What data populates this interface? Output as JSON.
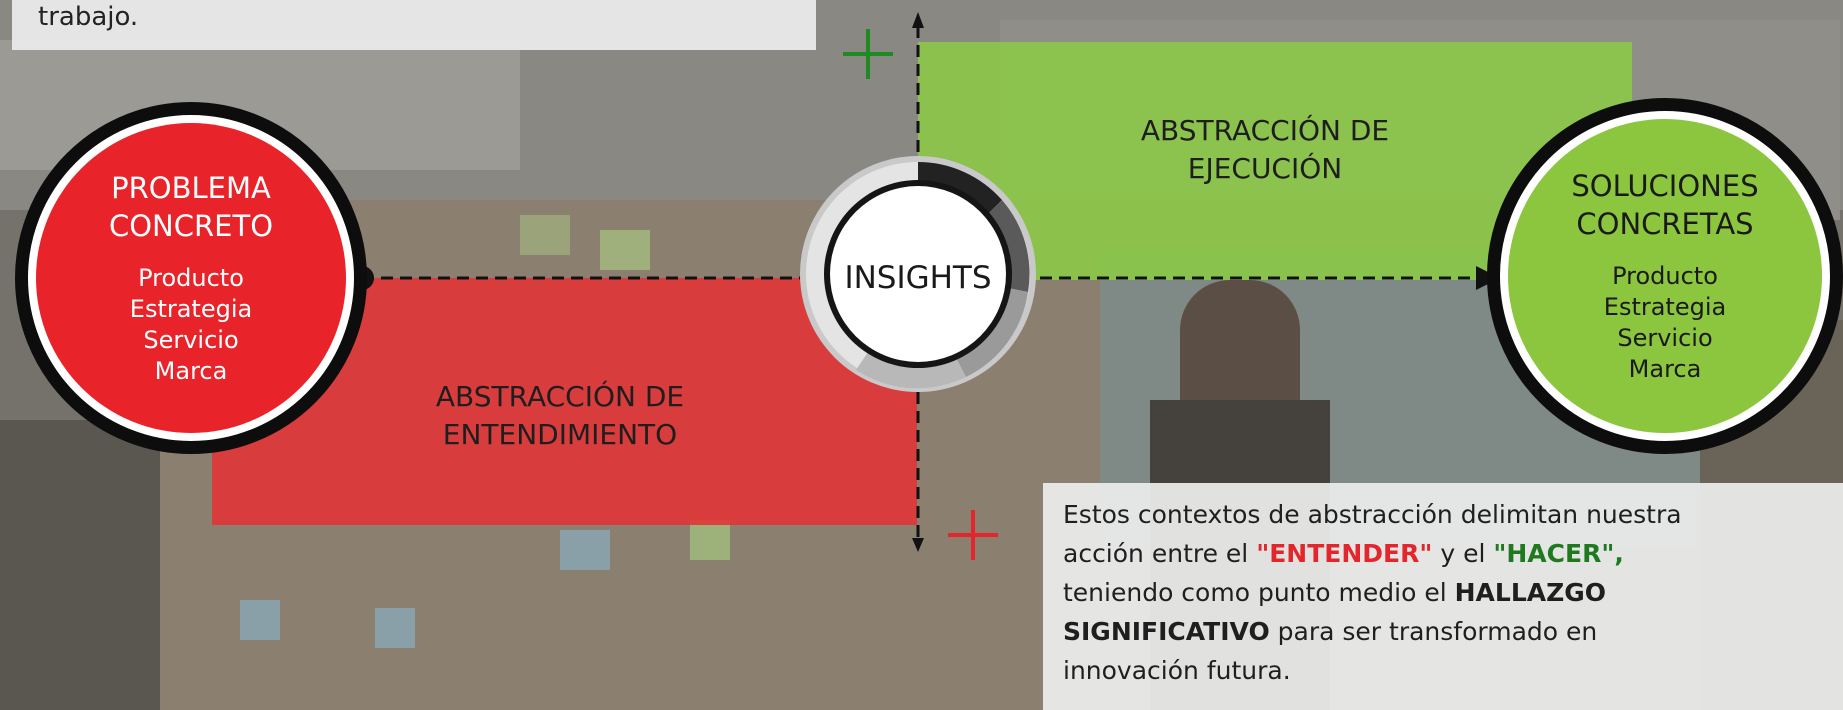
{
  "top_note": {
    "text": "trabajo."
  },
  "left_circle": {
    "title_lines": [
      "PROBLEMA",
      "CONCRETO"
    ],
    "items": [
      "Producto",
      "Estrategia",
      "Servicio",
      "Marca"
    ],
    "color": "#e8232a"
  },
  "right_circle": {
    "title_lines": [
      "SOLUCIONES",
      "CONCRETAS"
    ],
    "items": [
      "Producto",
      "Estrategia",
      "Servicio",
      "Marca"
    ],
    "color": "#8cc63f"
  },
  "center": {
    "label": "INSIGHTS"
  },
  "green_block": {
    "label_lines": [
      "ABSTRACCIÓN DE",
      "EJECUCIÓN"
    ],
    "color": "#8cc848"
  },
  "red_block": {
    "label_lines": [
      "ABSTRACCIÓN DE",
      "ENTENDIMIENTO"
    ],
    "color": "#e43234"
  },
  "plus_signs": {
    "top_color": "#1f8a1f",
    "bottom_color": "#e3262b"
  },
  "bottom_note": {
    "line1": "Estos contextos de abstracción delimitan nuestra",
    "line2_a": "acción entre el ",
    "line2_b": "\"ENTENDER\"",
    "line2_c": " y el ",
    "line2_d": "\"HACER\",",
    "line3_a": "teniendo como punto medio el ",
    "line3_b": "HALLAZGO",
    "line4_a": "SIGNIFICATIVO",
    "line4_b": " para ser transformado en",
    "line5": "innovación futura."
  }
}
